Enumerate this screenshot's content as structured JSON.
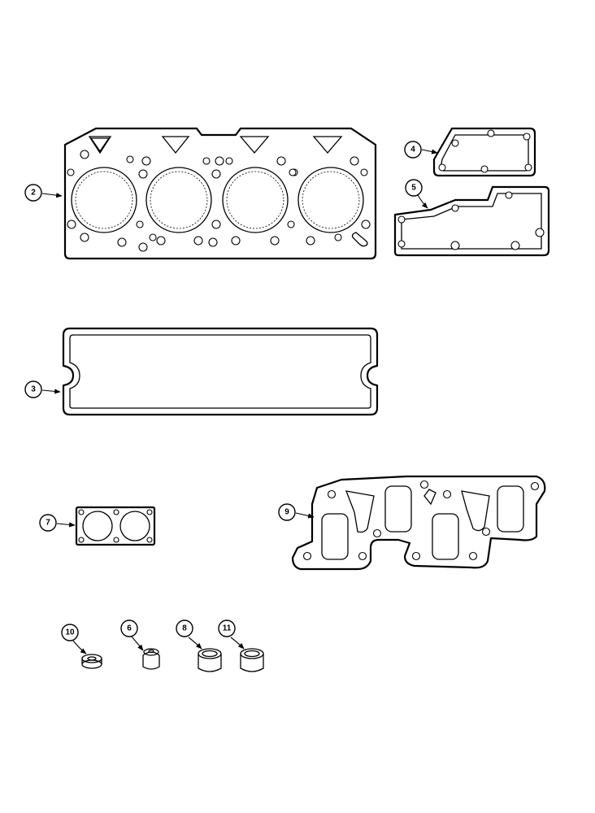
{
  "callouts": {
    "c2": "2",
    "c3": "3",
    "c4": "4",
    "c5": "5",
    "c6": "6",
    "c7": "7",
    "c8": "8",
    "c9": "9",
    "c10": "10",
    "c11": "11"
  }
}
